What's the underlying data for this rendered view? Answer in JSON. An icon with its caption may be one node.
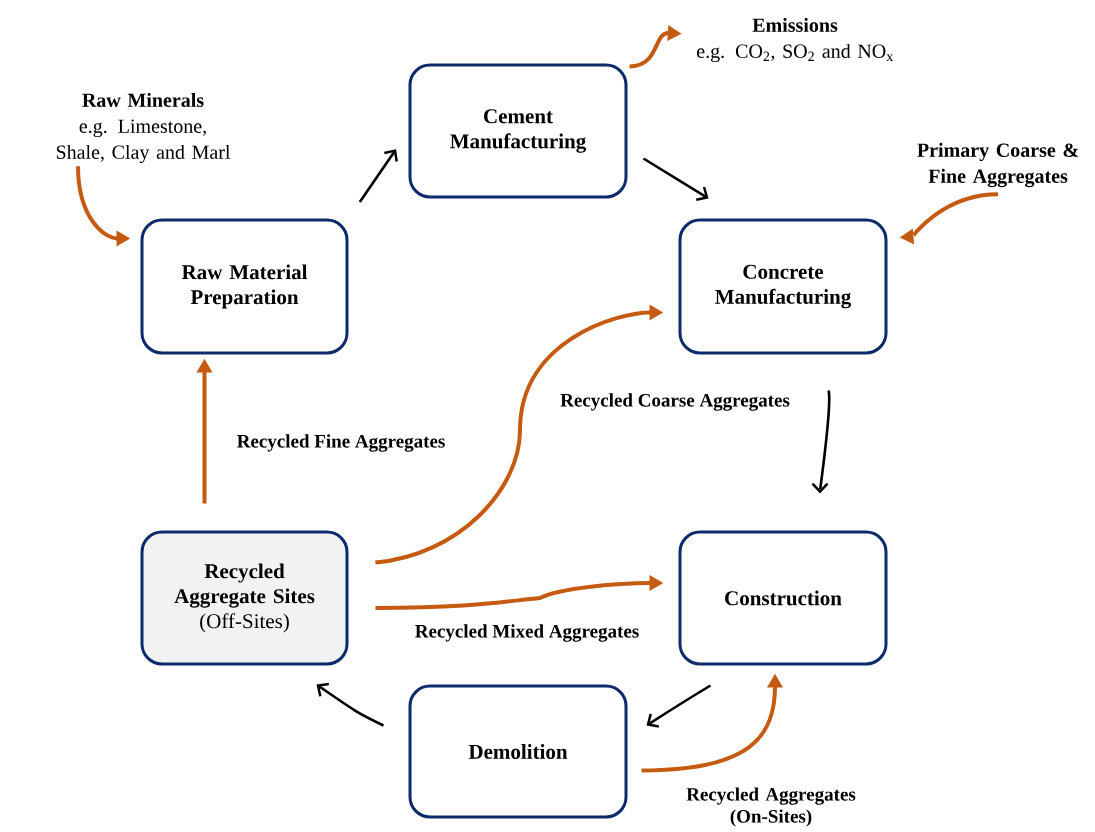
{
  "diagram": {
    "nodes": [
      {
        "text": [
          "Emissions",
          "e.g. CO$_{2}$, SO$_{2}$ and NO$_{x}$"
        ]
      },
      {
        "text": [
          "Raw Minerals",
          "e.g. Limestone, Shale, Clay and Marl"
        ]
      },
      {
        "text": [
          "Cement Manufacturing"
        ]
      },
      {
        "text": [
          "Primary Coarse & Fine Aggregates"
        ]
      },
      {
        "text": [
          "Raw Material Preparation"
        ]
      },
      {
        "text": [
          "Concrete Manufacturing"
        ]
      },
      {
        "text": [
          "Recycled Aggregate Sites",
          "(Off-Sites)"
        ]
      },
      {
        "text": [
          "Construction"
        ]
      },
      {
        "text": [
          "Demolition"
        ]
      }
    ],
    "edges": [
      {
        "from": 1,
        "to": 4,
        "arrow": "to"
      },
      {
        "from": 4,
        "to": 2,
        "arrow": "to",
        "color": "#000000"
      },
      {
        "from": 2,
        "to": 0,
        "arrow": "to"
      },
      {
        "from": 2,
        "to": 5,
        "arrow": "to",
        "color": "#000000"
      },
      {
        "from": 3,
        "to": 5,
        "arrow": "to"
      },
      {
        "from": 5,
        "to": 7,
        "arrow": "to",
        "color": "#000000"
      },
      {
        "from": 6,
        "to": 4,
        "arrow": "to",
        "label": "Recycled Fine Aggregates"
      },
      {
        "from": 6,
        "to": 5,
        "arrow": "to",
        "label": "Recycled Coarse Aggregates"
      },
      {
        "from": 6,
        "to": 7,
        "arrow": "to",
        "label": "Recycled Mixed Aggregates"
      },
      {
        "from": 7,
        "to": 8,
        "arrow": "to",
        "color": "#000000"
      },
      {
        "from": 8,
        "to": 6,
        "arrow": "to",
        "color": "#000000"
      },
      {
        "from": 8,
        "to": 7,
        "arrow": "to",
        "label": "**Recycled Aggregates** (On-Sites)"
      }
    ]
  }
}
